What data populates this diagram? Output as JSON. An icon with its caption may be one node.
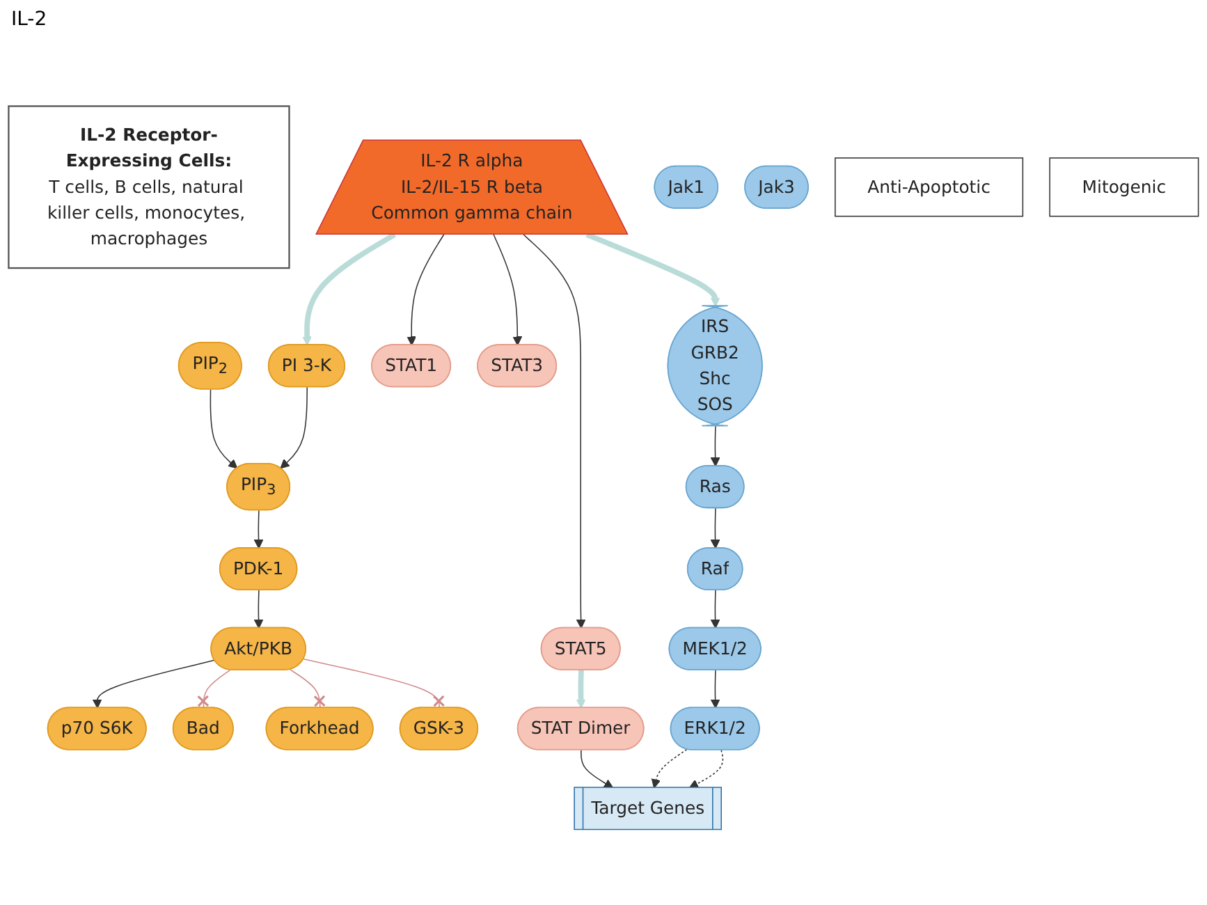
{
  "diagram": {
    "nodes": [
      {
        "text": [
          "IL-2 Receptor-Expressing Cells:",
          "T cells, B cells, natural killer cells, monocytes, macrophages"
        ]
      },
      {
        "text": [
          "IL-2 R alpha",
          "IL-2/IL-15 R beta",
          "Common gamma chain"
        ]
      },
      {
        "text": [
          "Jak1"
        ]
      },
      {
        "text": [
          "Jak3"
        ]
      },
      {
        "text": [
          "PIP$_{2}$"
        ]
      },
      {
        "text": [
          "PIP$_{3}$"
        ]
      },
      {
        "text": [
          "PI 3-K"
        ]
      },
      {
        "text": [
          "PDK-1"
        ]
      },
      {
        "text": [
          "Akt/PKB"
        ]
      },
      {
        "text": [
          "p70 S6K"
        ]
      },
      {
        "text": [
          "Bad"
        ]
      },
      {
        "text": [
          "Forkhead"
        ]
      },
      {
        "text": [
          "GSK-3"
        ]
      },
      {
        "text": [
          "Anti-Apoptotic"
        ]
      },
      {
        "text": [
          "STAT1"
        ]
      },
      {
        "text": [
          "STAT3"
        ]
      },
      {
        "text": [
          "STAT5"
        ]
      },
      {
        "text": [
          "STAT Dimer"
        ]
      },
      {
        "text": [
          "IRS",
          "GRB2",
          "Shc",
          "SOS"
        ]
      },
      {
        "text": [
          "Ras"
        ]
      },
      {
        "text": [
          "Raf"
        ]
      },
      {
        "text": [
          "MEK1/2"
        ]
      },
      {
        "text": [
          "ERK1/2"
        ]
      },
      {
        "text": [
          "Mitogenic"
        ]
      },
      {
        "text": [
          "Target Genes"
        ]
      }
    ],
    "edges": [
      {
        "from": 1,
        "to": 6,
        "arrow": "to",
        "style": "thick",
        "color": "#b9dcd9"
      },
      {
        "from": 1,
        "to": 14,
        "arrow": "to"
      },
      {
        "from": 1,
        "to": 15,
        "arrow": "to"
      },
      {
        "from": 1,
        "to": 16,
        "arrow": "to"
      },
      {
        "from": 1,
        "to": 18,
        "arrow": "to",
        "style": "thick",
        "color": "#b9dcd9"
      },
      {
        "from": 4,
        "to": 5,
        "arrow": "to"
      },
      {
        "from": 6,
        "to": 5,
        "arrow": "to"
      },
      {
        "from": 5,
        "to": 7,
        "arrow": "to"
      },
      {
        "from": 7,
        "to": 8,
        "arrow": "to"
      },
      {
        "from": 8,
        "to": 9,
        "arrow": "to"
      },
      {
        "from": 8,
        "to": 10,
        "arrow": "other",
        "color": "#d08a8a"
      },
      {
        "from": 8,
        "to": 11,
        "arrow": "other",
        "color": "#d08a8a"
      },
      {
        "from": 8,
        "to": 12,
        "arrow": "other",
        "color": "#d08a8a"
      },
      {
        "from": 16,
        "to": 17,
        "arrow": "to",
        "style": "thick",
        "color": "#b9dcd9"
      },
      {
        "from": 17,
        "to": 24,
        "arrow": "to"
      },
      {
        "from": 18,
        "to": 19,
        "arrow": "to"
      },
      {
        "from": 19,
        "to": 20,
        "arrow": "to"
      },
      {
        "from": 20,
        "to": 21,
        "arrow": "to"
      },
      {
        "from": 21,
        "to": 22,
        "arrow": "to"
      },
      {
        "from": 22,
        "to": 24,
        "arrow": "to",
        "style": "dashed"
      },
      {
        "from": 22,
        "to": 24,
        "arrow": "to",
        "style": "dashed"
      }
    ],
    "labels": [
      "IL-2"
    ]
  }
}
